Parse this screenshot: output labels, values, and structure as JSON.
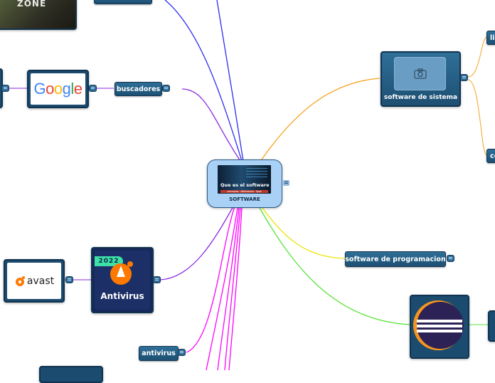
{
  "central": {
    "label": "SOFTWARE",
    "thumb_title": "Que es el software",
    "thumb_sub": "conceptos · definiciones · tipos"
  },
  "topics": {
    "buscadores": "buscadores",
    "software_sistema": "software de sistema",
    "software_programacion": "software de programacion",
    "antivirus": "antivirus",
    "partial_top_right": "li",
    "partial_mid_right": "co"
  },
  "images": {
    "game": "ZONE",
    "google": [
      "G",
      "o",
      "o",
      "g",
      "l",
      "e"
    ],
    "google_colors": [
      "#4285F4",
      "#EA4335",
      "#FBBC05",
      "#4285F4",
      "#34A853",
      "#EA4335"
    ],
    "avast": "avast",
    "antivirus_badge": "2022",
    "antivirus_label": "Antivirus"
  },
  "icons": {
    "camera": "camera-icon",
    "menu": "menu-icon"
  },
  "colors": {
    "blue": "#2d2df0",
    "violet": "#8a2be2",
    "orange": "#f5a21d",
    "yellow": "#e6e600",
    "green": "#59e43a",
    "magenta": "#ff00ff",
    "topic": "#1f5580",
    "central": "#a9d0f5"
  }
}
